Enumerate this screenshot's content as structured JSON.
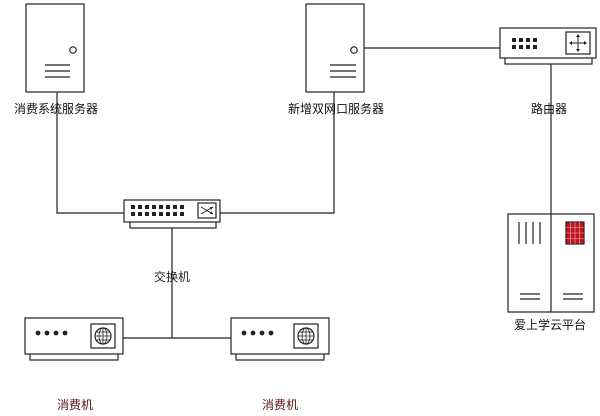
{
  "labels": {
    "server_consumption": "消费系统服务器",
    "server_dual_nic": "新增双网口服务器",
    "router": "路由器",
    "switch": "交换机",
    "platform": "爱上学云平台",
    "terminal_left": "消费机",
    "terminal_right": "消费机"
  },
  "colors": {
    "stroke": "#222222",
    "fill": "#ffffff",
    "platform_indicator": "#c0161e"
  },
  "icons": {
    "server": "tower-server-icon",
    "switch": "network-switch-icon",
    "router": "router-icon",
    "platform": "rack-cabinet-icon",
    "terminal": "pos-terminal-icon"
  }
}
